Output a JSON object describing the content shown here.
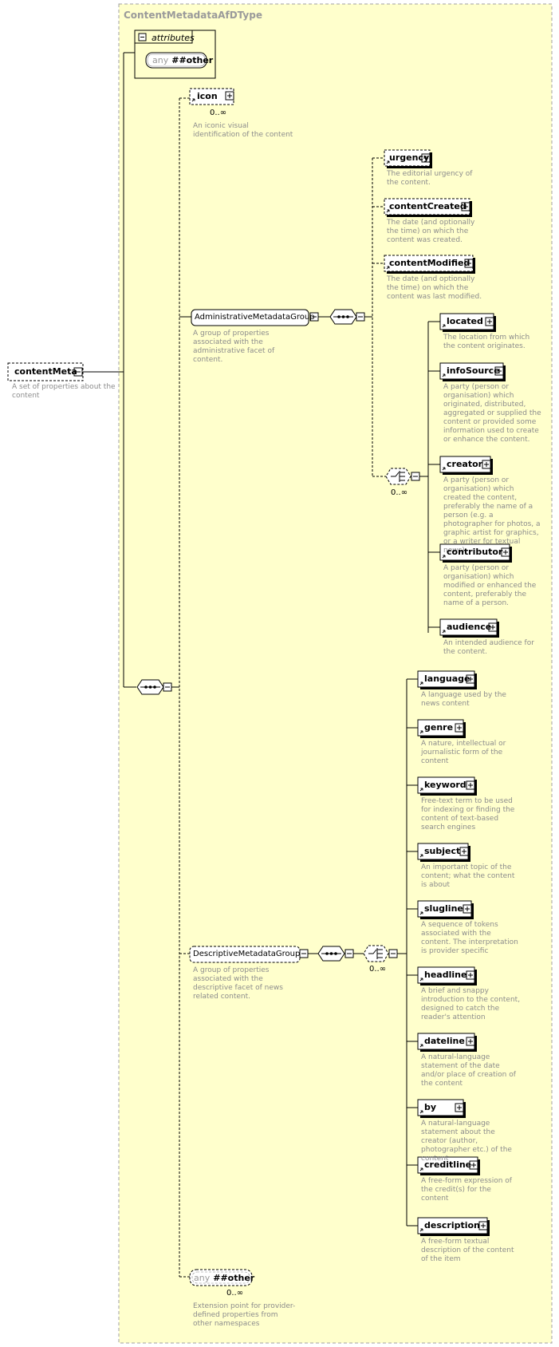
{
  "type_name": "ContentMetadataAfDType",
  "attributes_label": "attributes",
  "any_attribute": {
    "keyword": "any",
    "namespace": "##other"
  },
  "root": {
    "name": "contentMeta",
    "doc": "A set of properties about the content"
  },
  "icon": {
    "name": "icon",
    "occurs": "0..∞",
    "doc": "An iconic visual identification of the content"
  },
  "admin_group": {
    "name": "AdministrativeMetadataGroup",
    "doc": "A group of properties associated with the administrative facet of content.",
    "elements": [
      {
        "name": "urgency",
        "doc": "The editorial urgency of the content."
      },
      {
        "name": "contentCreated",
        "doc": "The date (and optionally the time) on which the content was created."
      },
      {
        "name": "contentModified",
        "doc": "The date (and optionally the time) on which the content was last modified."
      }
    ],
    "choice_occurs": "0..∞",
    "choice_elements": [
      {
        "name": "located",
        "doc": "The location from which the content originates."
      },
      {
        "name": "infoSource",
        "doc": "A party (person or organisation) which originated, distributed, aggregated or supplied the content or provided some information used to create or enhance the content."
      },
      {
        "name": "creator",
        "doc": "A party (person or organisation) which created the content, preferably the name of a person (e.g. a photographer for photos, a graphic artist for graphics, or a writer for textual news)."
      },
      {
        "name": "contributor",
        "doc": "A party (person or organisation) which modified or enhanced the content, preferably the name of a person."
      },
      {
        "name": "audience",
        "doc": "An intended audience for the content."
      }
    ]
  },
  "desc_group": {
    "name": "DescriptiveMetadataGroup",
    "doc": "A group of properties associated with the descriptive facet of news related content.",
    "choice_occurs": "0..∞",
    "choice_elements": [
      {
        "name": "language",
        "doc": "A language used by the news content"
      },
      {
        "name": "genre",
        "doc": "A nature, intellectual or journalistic form of the content"
      },
      {
        "name": "keyword",
        "doc": "Free-text term to be used for indexing or finding the content of text-based search engines"
      },
      {
        "name": "subject",
        "doc": "An important topic of the content; what the content is about"
      },
      {
        "name": "slugline",
        "doc": "A sequence of tokens associated with the content. The interpretation is provider specific"
      },
      {
        "name": "headline",
        "doc": "A brief and snappy introduction to the content, designed to catch the reader's attention"
      },
      {
        "name": "dateline",
        "doc": "A natural-language statement of the date and/or place of creation of the content"
      },
      {
        "name": "by",
        "doc": "A natural-language statement about the creator (author, photographer etc.) of the content"
      },
      {
        "name": "creditline",
        "doc": "A free-form expression of the credit(s) for the content"
      },
      {
        "name": "description",
        "doc": "A free-form textual description of the content of the item"
      }
    ]
  },
  "any_element": {
    "keyword": "any",
    "namespace": "##other",
    "occurs": "0..∞",
    "doc": "Extension point for provider-defined properties from other namespaces"
  },
  "colors": {
    "background": "#ffffcc",
    "border": "#a0a0a0",
    "line": "#000000",
    "doc_text": "#8c8c8c"
  }
}
